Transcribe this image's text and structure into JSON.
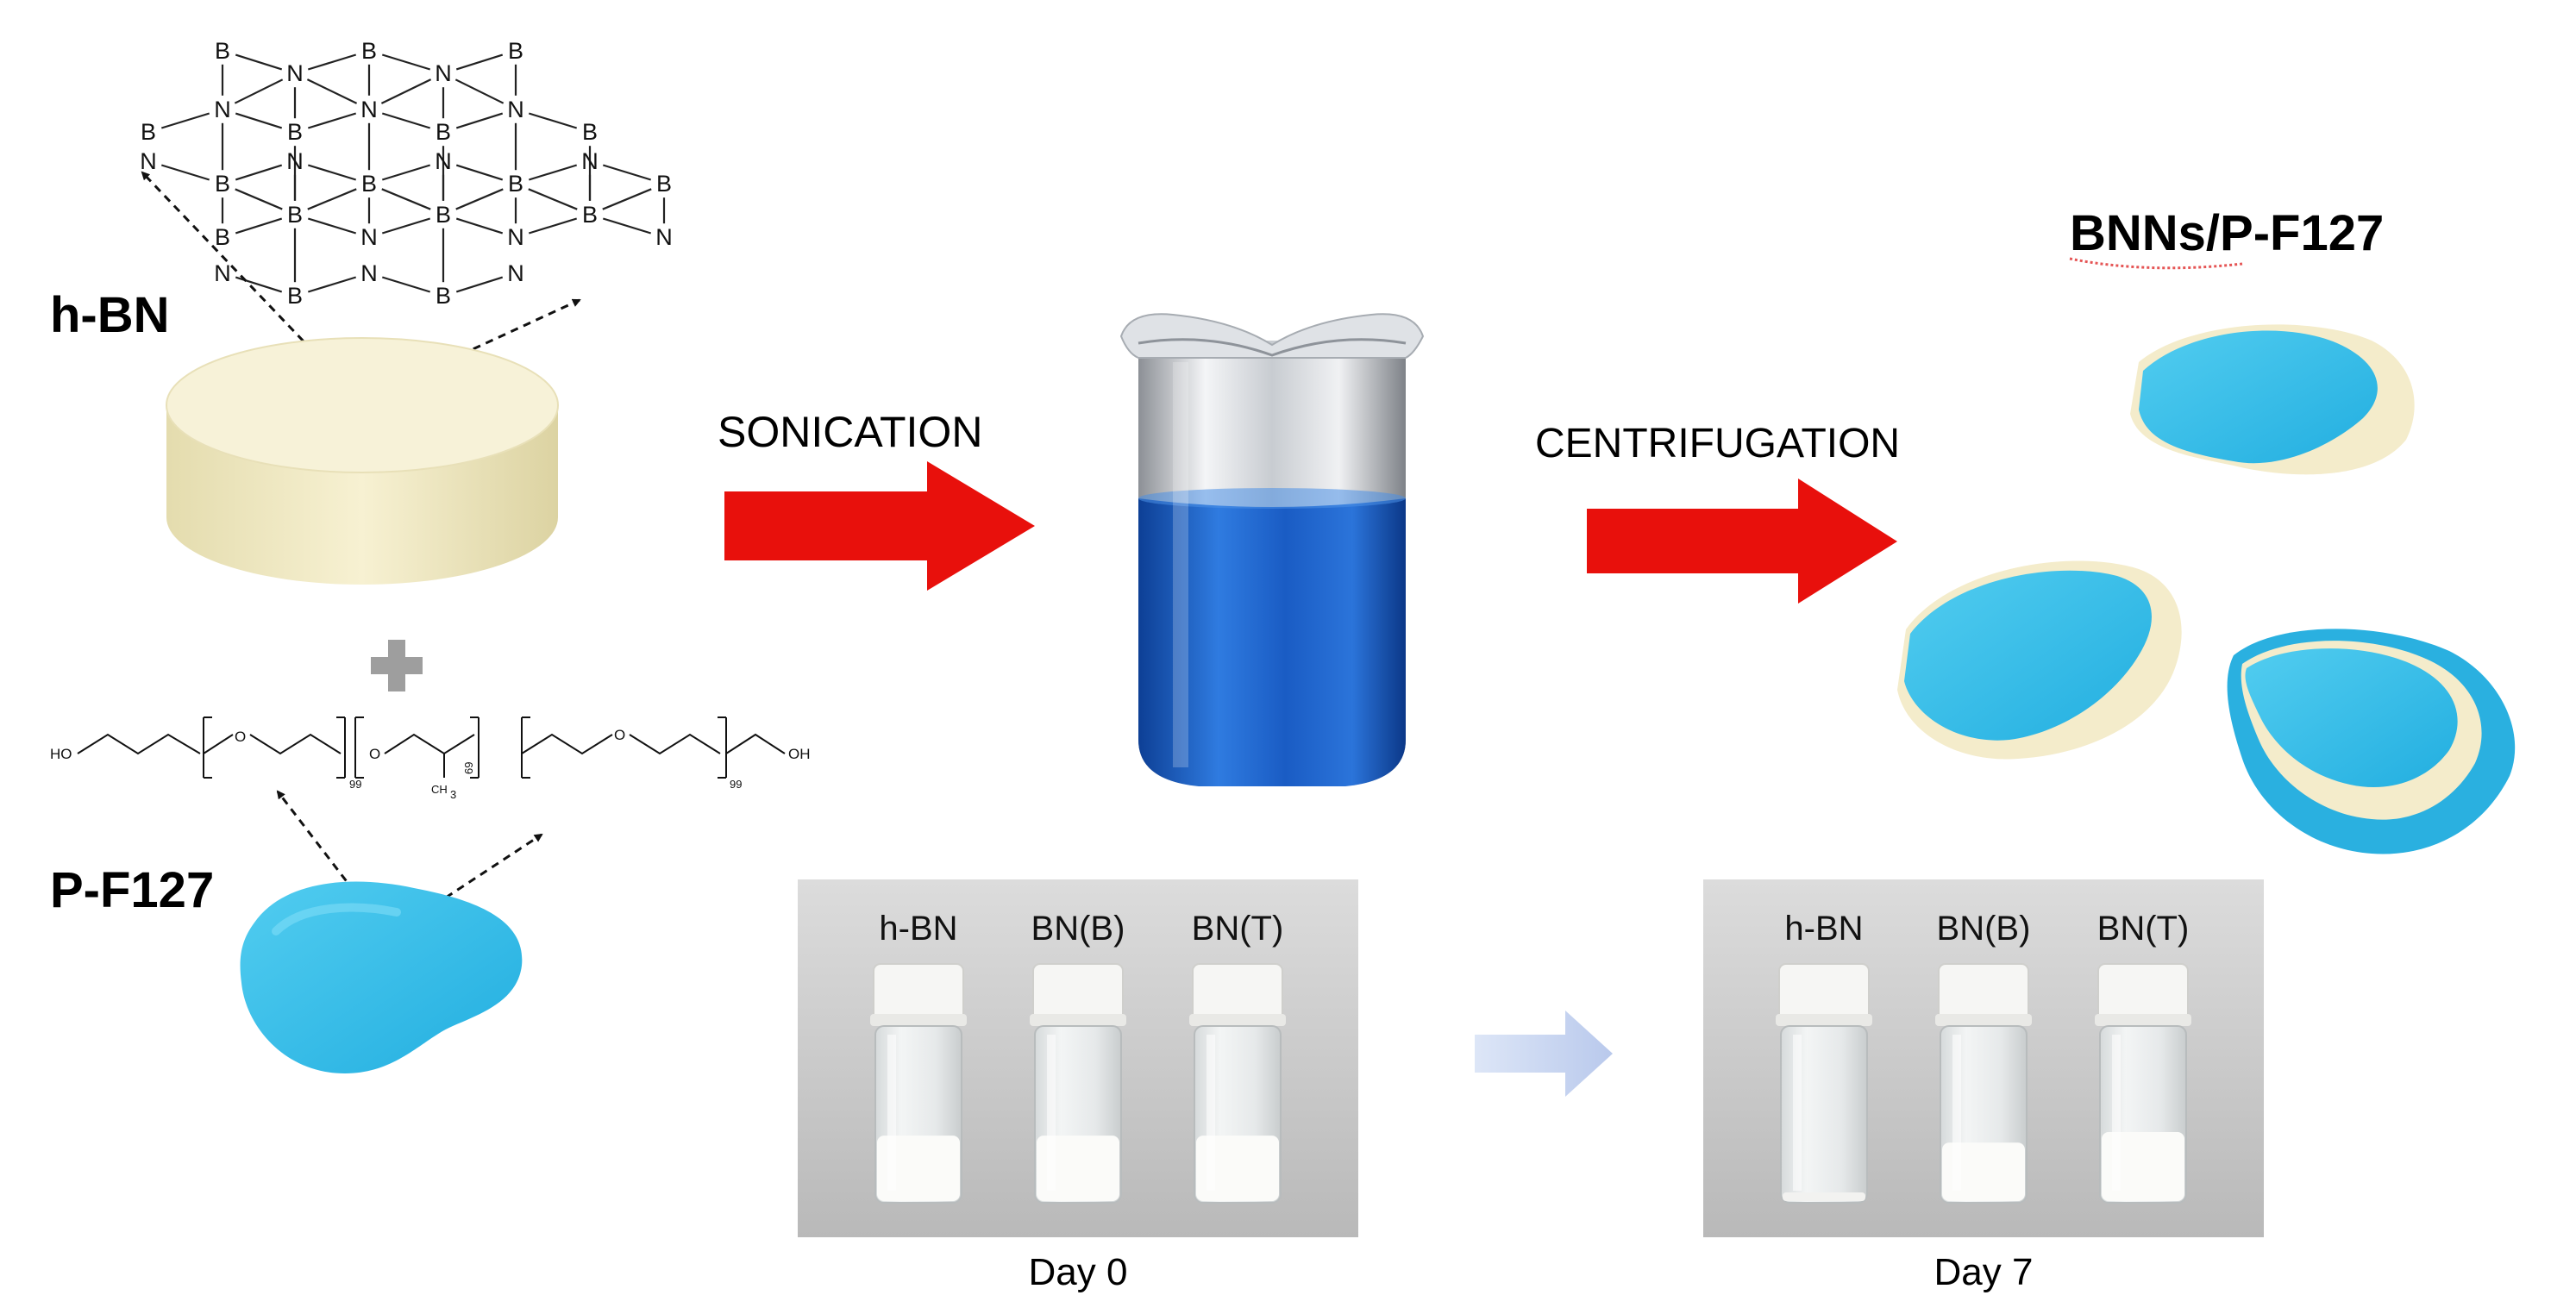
{
  "labels": {
    "hbn": "h-BN",
    "pf127": "P-F127",
    "sonication": "SONICATION",
    "centrifugation": "CENTRIFUGATION",
    "product": "BNNs/P-F127"
  },
  "lattice_atoms": {
    "boron": "B",
    "nitrogen": "N"
  },
  "polymer_formula": {
    "ho_left": "HO",
    "oh_right": "OH",
    "oxygen": "O",
    "methyl": "CH",
    "methyl_sub": "3",
    "repeat_left": "99",
    "repeat_mid": "69",
    "repeat_right": "99"
  },
  "photos": [
    {
      "caption": "Day 0",
      "vials": [
        "h-BN",
        "BN(B)",
        "BN(T)"
      ],
      "fill_levels": [
        0.38,
        0.38,
        0.38
      ]
    },
    {
      "caption": "Day 7",
      "vials": [
        "h-BN",
        "BN(B)",
        "BN(T)"
      ],
      "fill_levels": [
        0.0,
        0.34,
        0.4
      ]
    }
  ],
  "colors": {
    "arrow_red": "#e8100c",
    "flake_blue": "#38c0ea",
    "disk_cream": "#f3ecc4",
    "beaker_blue": "#1f63c9",
    "plus_gray": "#9e9e9e",
    "faint_arrow": "#cdd8f2"
  }
}
